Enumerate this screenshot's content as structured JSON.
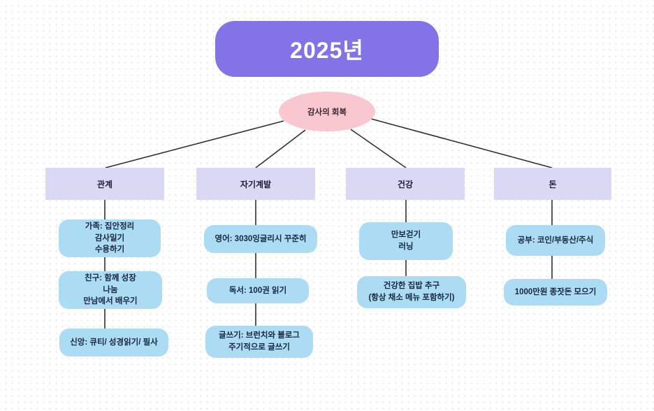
{
  "title": "2025년",
  "central_topic": "감사의 회복",
  "branches": [
    {
      "header": "관계",
      "items": [
        "가족: 집안정리\n감사일기\n수용하기",
        "친구: 함께 성장\n나눔\n만남에서 배우기",
        "신앙: 큐티/ 성경읽기/ 필사"
      ]
    },
    {
      "header": "자기계발",
      "items": [
        "영어: 3030잉글리시 꾸준히",
        "독서: 100권 읽기",
        "글쓰기: 브런치와 블로그\n주기적으로 글쓰기"
      ]
    },
    {
      "header": "건강",
      "items": [
        "만보걷기\n러닝",
        "건강한 집밥 추구\n(항상 채소 메뉴 포함하기)"
      ]
    },
    {
      "header": "돈",
      "items": [
        "공부: 코인/부동산/주식",
        "1000만원 종잣돈 모으기"
      ]
    }
  ],
  "colors": {
    "root": "#8274e6",
    "central": "#f8c7cf",
    "branch_header": "#d9d9f6",
    "item": "#abdcf4",
    "connector": "#2f2f2f",
    "background_dots": "#e9dfe0"
  }
}
